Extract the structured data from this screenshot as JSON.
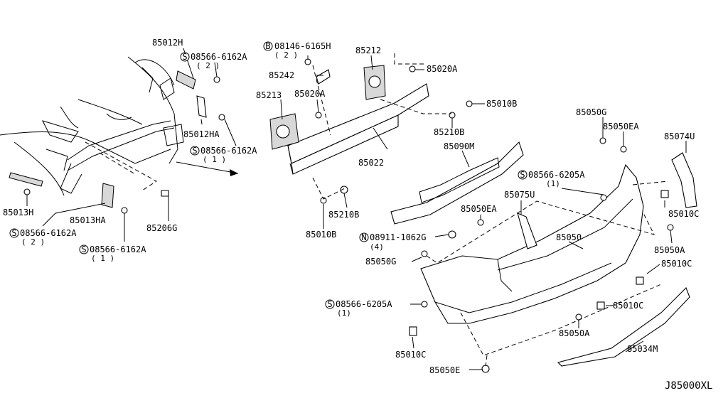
{
  "diagram_id": "J85000XL",
  "prefix_marks": {
    "S": "S",
    "B": "B",
    "N": "N"
  },
  "labels": [
    {
      "id": "85012H",
      "text": "85012H"
    },
    {
      "id": "08566-6162A-top",
      "mark": "S",
      "text": "08566-6162A",
      "qty": "( 2 )"
    },
    {
      "id": "85012HA",
      "text": "85012HA"
    },
    {
      "id": "08566-6162A-mid",
      "mark": "S",
      "text": "08566-6162A",
      "qty": "( 1 )"
    },
    {
      "id": "85013H",
      "text": "85013H"
    },
    {
      "id": "08566-6162A-left",
      "mark": "S",
      "text": "08566-6162A",
      "qty": "( 2 )"
    },
    {
      "id": "85013HA",
      "text": "85013HA"
    },
    {
      "id": "08566-6162A-bottom",
      "mark": "S",
      "text": "08566-6162A",
      "qty": "( 1 )"
    },
    {
      "id": "85206G",
      "text": "85206G"
    },
    {
      "id": "08146-6165H",
      "mark": "B",
      "text": "08146-6165H",
      "qty": "( 2 )"
    },
    {
      "id": "85212",
      "text": "85212"
    },
    {
      "id": "85242",
      "text": "85242"
    },
    {
      "id": "85020A-top",
      "text": "85020A"
    },
    {
      "id": "85213",
      "text": "85213"
    },
    {
      "id": "85020A-mid",
      "text": "85020A"
    },
    {
      "id": "85010B-top",
      "text": "85010B"
    },
    {
      "id": "85210B-top",
      "text": "85210B"
    },
    {
      "id": "85022",
      "text": "85022"
    },
    {
      "id": "85210B-bottom",
      "text": "85210B"
    },
    {
      "id": "85010B-bottom",
      "text": "85010B"
    },
    {
      "id": "85050G-top",
      "text": "85050G"
    },
    {
      "id": "85050EA-top",
      "text": "85050EA"
    },
    {
      "id": "85074U",
      "text": "85074U"
    },
    {
      "id": "85090M",
      "text": "85090M"
    },
    {
      "id": "08566-6205A-top",
      "mark": "S",
      "text": "08566-6205A",
      "qty": "(1)"
    },
    {
      "id": "85010C-right",
      "text": "85010C"
    },
    {
      "id": "85075U",
      "text": "85075U"
    },
    {
      "id": "85050EA-mid",
      "text": "85050EA"
    },
    {
      "id": "85050",
      "text": "85050"
    },
    {
      "id": "08911-1062G",
      "mark": "N",
      "text": "08911-1062G",
      "qty": "(4)"
    },
    {
      "id": "85050A-right",
      "text": "85050A"
    },
    {
      "id": "85050G-bottom",
      "text": "85050G"
    },
    {
      "id": "85010C-mid",
      "text": "85010C"
    },
    {
      "id": "08566-6205A-bottom",
      "mark": "S",
      "text": "08566-6205A",
      "qty": "(1)"
    },
    {
      "id": "85010C-lower",
      "text": "85010C"
    },
    {
      "id": "85050A-bottom",
      "text": "85050A"
    },
    {
      "id": "85034M",
      "text": "85034M"
    },
    {
      "id": "85010C-left",
      "text": "85010C"
    },
    {
      "id": "85050E",
      "text": "85050E"
    }
  ]
}
